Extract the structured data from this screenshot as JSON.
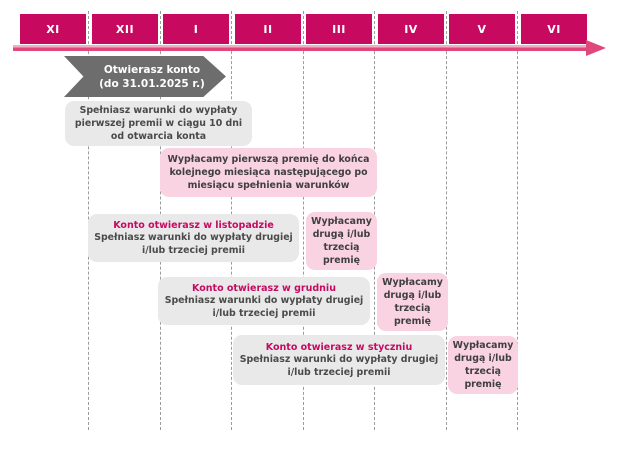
{
  "timeline": {
    "months": [
      "XI",
      "XII",
      "I",
      "II",
      "III",
      "IV",
      "V",
      "VI"
    ]
  },
  "banner": {
    "line1": "Otwierasz konto",
    "line2": "(do 31.01.2025 r.)"
  },
  "boxes": {
    "first_conditions": "Spełniasz warunki do wypłaty pierwszej premii w ciągu 10 dni od otwarcia konta",
    "first_payout": "Wypłacamy pierwszą premię do końca kolejnego miesiąca następującego po miesiącu spełnienia warunków",
    "open_november": {
      "title": "Konto otwierasz w listopadzie",
      "body": "Spełniasz warunki do wypłaty drugiej i/lub trzeciej premii"
    },
    "open_december": {
      "title": "Konto otwierasz w grudniu",
      "body": "Spełniasz warunki do wypłaty drugiej i/lub trzeciej premii"
    },
    "open_january": {
      "title": "Konto otwierasz w styczniu",
      "body": "Spełniasz warunki do wypłaty drugiej i/lub trzeciej premii"
    },
    "next_payout": "Wypłacamy drugą i/lub trzecią premię"
  },
  "colors": {
    "brand_magenta": "#c70a60",
    "timeline_pink": "#e0487b",
    "light_pink": "#f9d3e1",
    "banner_gray": "#6d6d6d",
    "light_gray": "#e9e9e9",
    "accent_text": "#c60a62"
  }
}
